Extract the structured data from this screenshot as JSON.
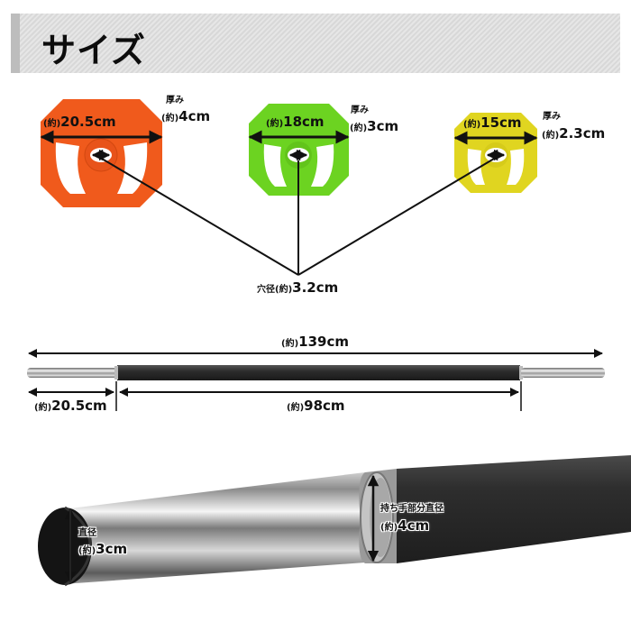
{
  "header": {
    "title": "サイズ"
  },
  "colors": {
    "plate_large": "#f05a1c",
    "plate_medium": "#6cd321",
    "plate_small": "#e0d520",
    "bar_grip": "#2b2b2b",
    "bar_chrome": "#b8b8b8",
    "title_bg": "#dedede"
  },
  "plates": [
    {
      "id": "large",
      "approx": "(約)",
      "diameter": "20.5cm",
      "thickness_label": "厚み",
      "thickness": "4cm",
      "color": "#f05a1c"
    },
    {
      "id": "medium",
      "approx": "(約)",
      "diameter": "18cm",
      "thickness_label": "厚み",
      "thickness": "3cm",
      "color": "#6cd321"
    },
    {
      "id": "small",
      "approx": "(約)",
      "diameter": "15cm",
      "thickness_label": "厚み",
      "thickness": "2.3cm",
      "color": "#e0d520"
    }
  ],
  "hole": {
    "label": "穴径",
    "approx": "(約)",
    "value": "3.2cm"
  },
  "bar": {
    "total": {
      "approx": "(約)",
      "value": "139cm"
    },
    "end": {
      "approx": "(約)",
      "value": "20.5cm"
    },
    "grip_length": {
      "approx": "(約)",
      "value": "98cm"
    }
  },
  "closeup": {
    "shaft": {
      "label": "直径",
      "approx": "(約)",
      "value": "3cm"
    },
    "grip": {
      "label": "持ち手部分直径",
      "approx": "(約)",
      "value": "4cm"
    }
  }
}
